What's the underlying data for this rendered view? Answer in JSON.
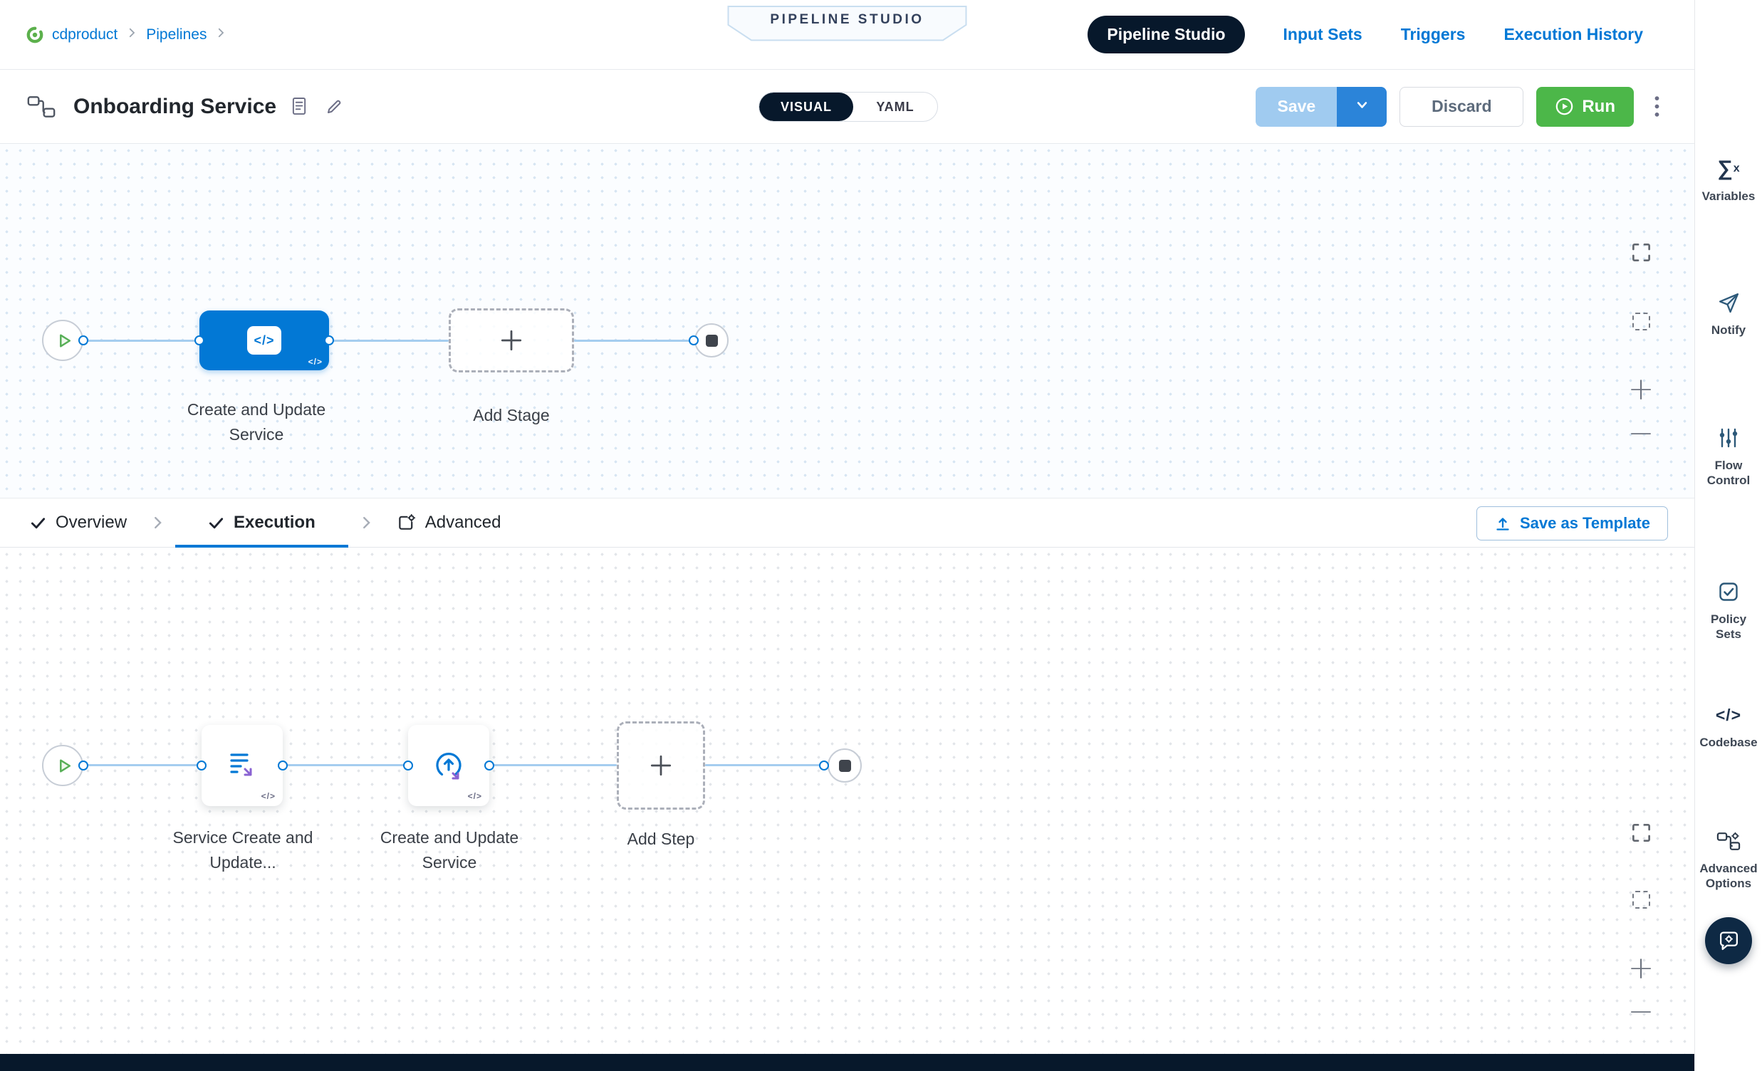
{
  "colors": {
    "primary_blue": "#0278D5",
    "navy": "#07182B",
    "run_green": "#4CB749",
    "connector_blue": "#A5CDEF"
  },
  "breadcrumb": {
    "project": "cdproduct",
    "pipelines": "Pipelines"
  },
  "ribbon": {
    "label": "PIPELINE STUDIO"
  },
  "nav": {
    "pipeline_studio": "Pipeline Studio",
    "input_sets": "Input Sets",
    "triggers": "Triggers",
    "execution_history": "Execution History"
  },
  "header": {
    "title": "Onboarding Service",
    "visual_label": "VISUAL",
    "yaml_label": "YAML",
    "save_label": "Save",
    "discard_label": "Discard",
    "run_label": "Run"
  },
  "stage_graph": {
    "stage_label": "Create and Update Service",
    "add_stage_label": "Add Stage",
    "stage_icon_glyph": "</>",
    "code_badge": "</>"
  },
  "tabs": {
    "overview": "Overview",
    "execution": "Execution",
    "advanced": "Advanced",
    "save_as_template": "Save as Template"
  },
  "execution_graph": {
    "step1_label": "Service Create and Update...",
    "step2_label": "Create and Update Service",
    "add_step_label": "Add Step",
    "code_badge": "</>"
  },
  "canvas_controls": {
    "zoom_in": "+",
    "zoom_out": "−"
  },
  "sidebar": {
    "items": [
      {
        "label": "Variables"
      },
      {
        "label": "Notify"
      },
      {
        "label": "Flow Control"
      },
      {
        "label": "Policy Sets"
      },
      {
        "label": "Codebase"
      },
      {
        "label": "Advanced Options"
      }
    ],
    "icons": {
      "variables_sigma": "∑",
      "variables_sub": "x",
      "codebase_glyph": "</>"
    }
  }
}
